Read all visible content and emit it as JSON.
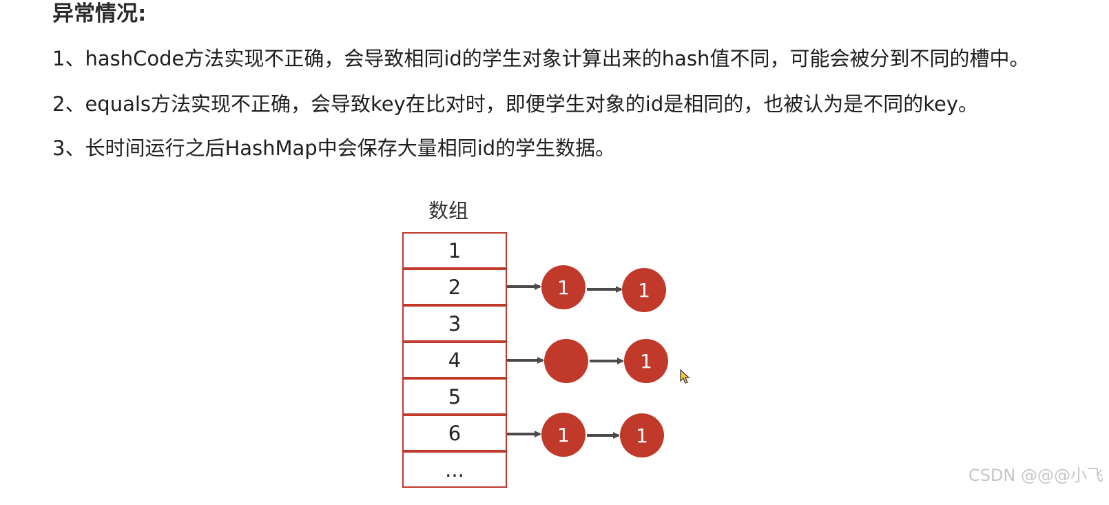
{
  "heading": "异常情况:",
  "points": [
    "1、hashCode方法实现不正确，会导致相同id的学生对象计算出来的hash值不同，可能会被分到不同的槽中。",
    "2、equals方法实现不正确，会导致key在比对时，即便学生对象的id是相同的，也被认为是不同的key。",
    "3、长时间运行之后HashMap中会保存大量相同id的学生数据。"
  ],
  "diagram": {
    "array_label": "数组",
    "cells": [
      "1",
      "2",
      "3",
      "4",
      "5",
      "6",
      "..."
    ],
    "chains": [
      {
        "slot": "2",
        "nodes": [
          "1",
          "1"
        ]
      },
      {
        "slot": "4",
        "nodes": [
          "",
          "1"
        ]
      },
      {
        "slot": "6",
        "nodes": [
          "1",
          "1"
        ]
      }
    ],
    "colors": {
      "cell_border": "#c0392b",
      "node_fill": "#c0392b",
      "arrow": "#4a4a4a"
    }
  },
  "watermark": "CSDN @@@小飞"
}
